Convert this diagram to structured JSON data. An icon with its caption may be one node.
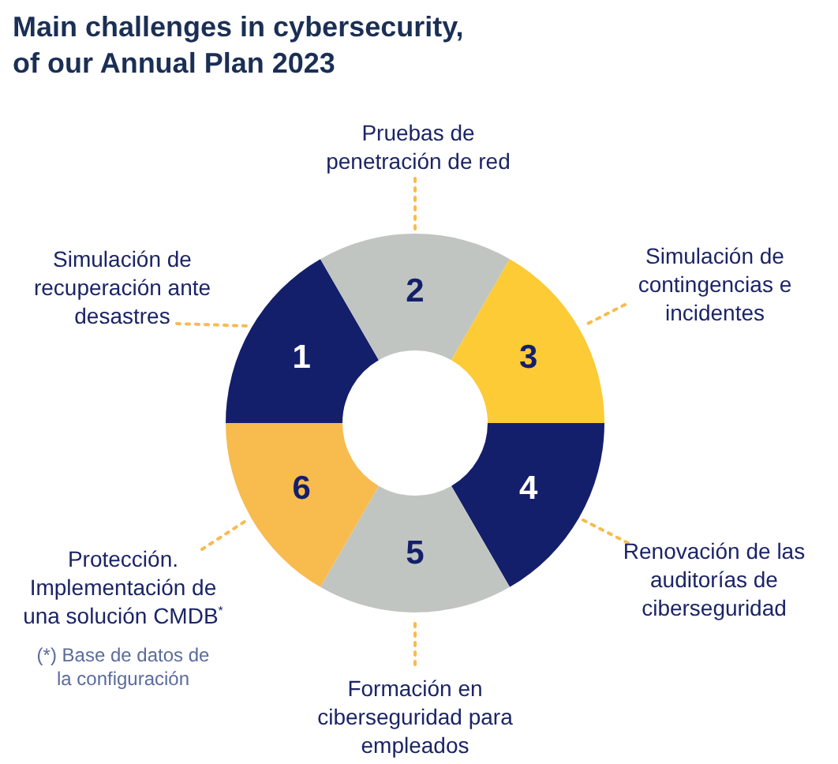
{
  "diagram": {
    "title": "Main challenges in cybersecurity, of our Annual Plan 2023",
    "nodes": [
      {
        "text": [
          "1"
        ]
      },
      {
        "text": [
          "2"
        ]
      },
      {
        "text": [
          "3"
        ]
      },
      {
        "text": [
          "4"
        ]
      },
      {
        "text": [
          "5"
        ]
      },
      {
        "text": [
          "6"
        ]
      },
      {
        "text": [
          "Simulación de recuperación ante desastres"
        ]
      },
      {
        "text": [
          "Pruebas de penetración de red"
        ]
      },
      {
        "text": [
          "Simulación de contingencias e incidentes"
        ]
      },
      {
        "text": [
          "Renovación de las auditorías de ciberseguridad"
        ]
      },
      {
        "text": [
          "Formación en ciberseguridad para empleados"
        ]
      },
      {
        "text": [
          "Protección. Implementación de una solución CMDB$^{*}$"
        ]
      }
    ],
    "edges": [
      {
        "from": 6,
        "to": 0,
        "arrow": "none"
      },
      {
        "from": 7,
        "to": 1,
        "arrow": "none"
      },
      {
        "from": 8,
        "to": 2,
        "arrow": "none"
      },
      {
        "from": 9,
        "to": 3,
        "arrow": "none"
      },
      {
        "from": 10,
        "to": 4,
        "arrow": "none"
      },
      {
        "from": 11,
        "to": 5,
        "arrow": "none"
      }
    ],
    "labels": [
      "(*) Base de datos de la configuración"
    ]
  }
}
